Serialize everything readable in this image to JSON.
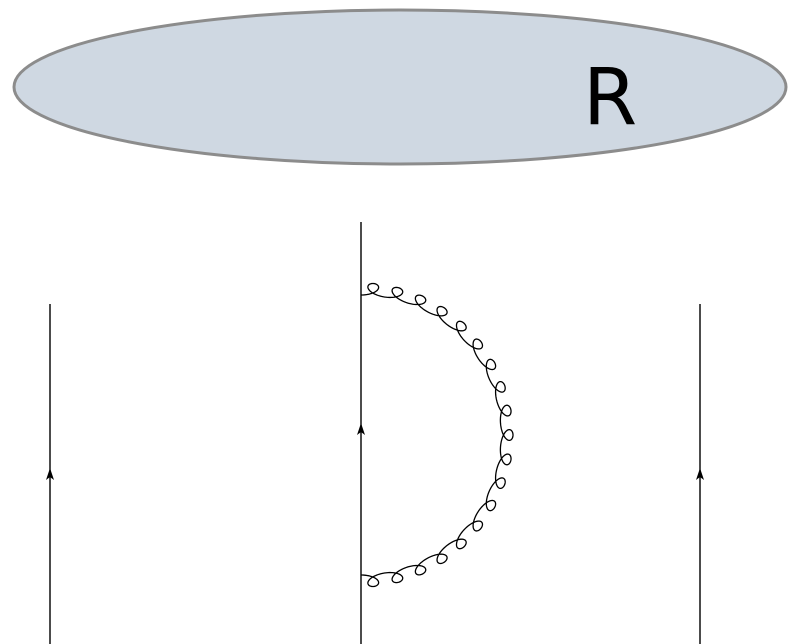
{
  "region": {
    "label": "R",
    "fill_color": "#cfd8e2",
    "stroke_color": "#8c8c8c"
  },
  "lines": {
    "color": "#000000",
    "quark_lines": [
      {
        "name": "left-quark-line",
        "direction": "up"
      },
      {
        "name": "center-quark-line",
        "direction": "up"
      },
      {
        "name": "right-quark-line",
        "direction": "up"
      }
    ],
    "gluon": {
      "name": "gluon-self-energy-loop",
      "attached_to": "center-quark-line",
      "style": "curly"
    }
  }
}
